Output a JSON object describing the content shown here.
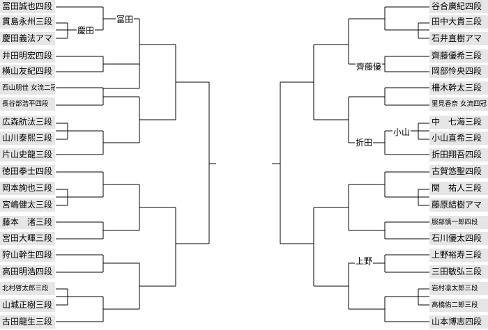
{
  "left_players": [
    "冨田誠也四段",
    "貫島永州三段",
    "慶田義法アマ",
    "井田明宏四段",
    "横山友紀四段",
    "西山朋佳 女流\n二冠",
    "長谷部浩平四段",
    "広森航汰三段",
    "山川泰熙三段",
    "片山史龍三段",
    "徳田拳士四段",
    "岡本詢也三段",
    "宮嶋健太三段",
    "藤本　渚三段",
    "宮田大暉三段",
    "狩山幹生四段",
    "高田明浩四段",
    "北村啓太郎三段",
    "山城正樹三段",
    "古田龍生三段"
  ],
  "right_players": [
    "谷合廣紀四段",
    "田中大貴三段",
    "石井直樹アマ",
    "齊藤優希三段",
    "岡部怜央四段",
    "柵木幹太三段",
    "里見香奈 女流\n四冠",
    "中　七海三段",
    "小山直希三段",
    "折田翔吾四段",
    "古賀悠聖四段",
    "関　祐人三段",
    "藤原結樹アマ",
    "服部慎一郎四段",
    "石川優太四段",
    "上野裕寿三段",
    "三田敏弘三段",
    "岩村凛太郎三段",
    "高橋佑二郎三段",
    "山本博志四段"
  ],
  "advances": {
    "keita": "慶田",
    "tomita": "冨田",
    "saito": "齊藤優",
    "koyama": "小山",
    "orita": "折田",
    "ueno": "上野"
  }
}
